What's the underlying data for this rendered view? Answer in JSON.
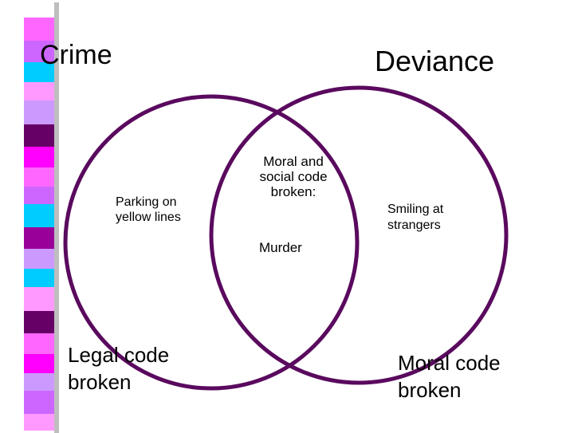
{
  "titles": {
    "left": "Crime",
    "right": "Deviance"
  },
  "left_only": {
    "label": "Parking on yellow lines"
  },
  "overlap": {
    "heading": "Moral and social code broken:",
    "example": "Murder"
  },
  "right_only": {
    "label": "Smiling at strangers"
  },
  "captions": {
    "left": "Legal code broken",
    "right": "Moral code broken"
  },
  "colors": {
    "circle_stroke": "#5a0a5e",
    "strip": [
      "#ffffff",
      "#ff66ff",
      "#cc66ff",
      "#00ccff",
      "#ff99ff",
      "#cc99ff",
      "#660066",
      "#ff00ff",
      "#990099",
      "#00ccff"
    ]
  }
}
